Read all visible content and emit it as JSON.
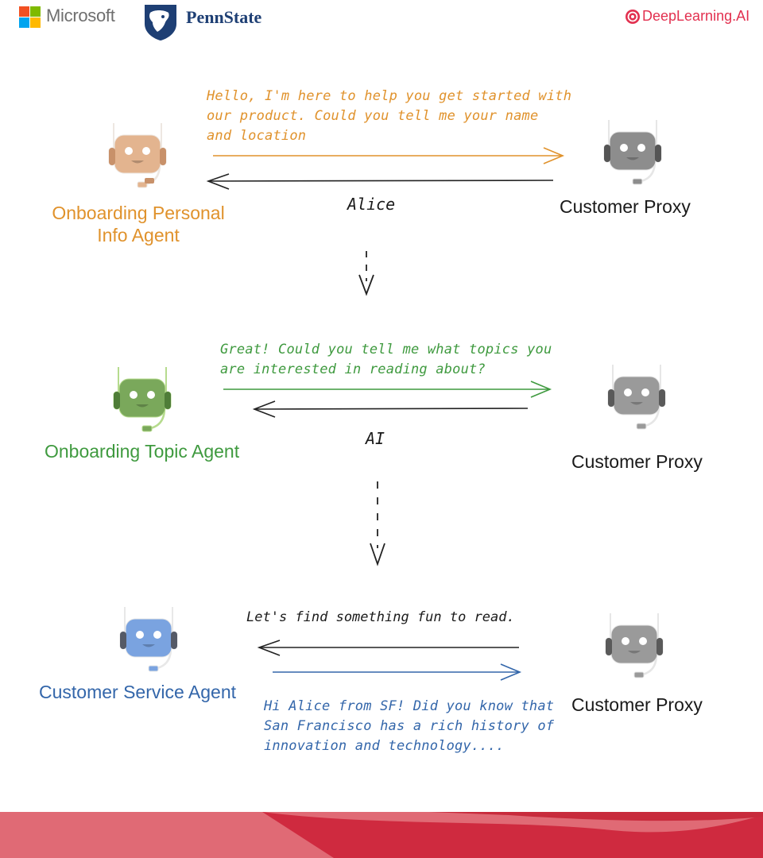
{
  "header": {
    "microsoft": "Microsoft",
    "pennstate": "PennState",
    "deeplearning": "DeepLearning.AI"
  },
  "colors": {
    "orange": "#e0922c",
    "green": "#3f9a3f",
    "blue": "#3366aa",
    "gray": "#8a8a8a",
    "footer": "#d8303f"
  },
  "icons": [
    "robot-icon",
    "headset-icon",
    "arrow-icon",
    "microsoft-logo",
    "pennstate-shield",
    "deeplearning-logo"
  ],
  "stages": [
    {
      "agent_lines": [
        "Onboarding Personal",
        "Info Agent"
      ],
      "agent_color": "#e0922c",
      "proxy": "Customer Proxy",
      "message_lines": [
        "Hello, I'm here to help you get started with",
        "our product.  Could you tell me your name",
        "and location"
      ],
      "reply": "Alice"
    },
    {
      "agent_lines": [
        "Onboarding Topic Agent"
      ],
      "agent_color": "#3f9a3f",
      "proxy": "Customer Proxy",
      "message_lines": [
        "Great! Could you tell me what topics you",
        "are interested in reading about?"
      ],
      "reply": "AI"
    },
    {
      "agent_lines": [
        "Customer Service Agent"
      ],
      "agent_color": "#3366aa",
      "proxy": "Customer Proxy",
      "message_lines": [
        "Hi Alice from SF! Did you know that",
        "San Francisco has a rich history of",
        "innovation and technology...."
      ],
      "reply": "Let's find something fun to read."
    }
  ]
}
